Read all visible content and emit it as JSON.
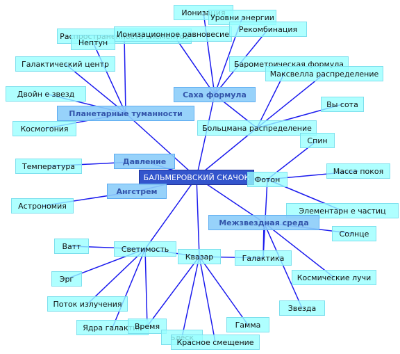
{
  "root": {
    "id": "root",
    "label": "БАЛЬМЕРОВСКИЙ СКАЧОК"
  },
  "nodes": [
    {
      "id": "ionizatsiya",
      "label": "Ионизация",
      "kind": "leaf"
    },
    {
      "id": "urovni",
      "label": "Уровни энергии",
      "kind": "leaf"
    },
    {
      "id": "rasprostr",
      "label": "Распространенность элементов",
      "kind": "leaf"
    },
    {
      "id": "ion_ravn",
      "label": "Ионизационное равновесие",
      "kind": "leaf"
    },
    {
      "id": "rekombinatsiya",
      "label": "Рекомбинация",
      "kind": "leaf"
    },
    {
      "id": "neptun",
      "label": "Нептун",
      "kind": "leaf"
    },
    {
      "id": "galakt_centr",
      "label": "Галактический центр",
      "kind": "leaf"
    },
    {
      "id": "barometr",
      "label": "Барометрическая формула",
      "kind": "leaf"
    },
    {
      "id": "maxwell",
      "label": "Максвелла распределение",
      "kind": "leaf"
    },
    {
      "id": "dvoinye",
      "label": "Двойн е звезд ",
      "kind": "leaf"
    },
    {
      "id": "saha",
      "label": "Саха формула",
      "kind": "category"
    },
    {
      "id": "vysota",
      "label": "Вы сота",
      "kind": "leaf"
    },
    {
      "id": "planetarnye",
      "label": "Планетарные туманности",
      "kind": "category"
    },
    {
      "id": "kosmogoniya",
      "label": "Космогония",
      "kind": "leaf"
    },
    {
      "id": "boltsman",
      "label": "Больцмана распределение",
      "kind": "leaf"
    },
    {
      "id": "spin",
      "label": "Спин",
      "kind": "leaf"
    },
    {
      "id": "davlenie",
      "label": "Давление",
      "kind": "category"
    },
    {
      "id": "temperatura",
      "label": "Температура",
      "kind": "leaf"
    },
    {
      "id": "massa",
      "label": "Масса покоя",
      "kind": "leaf"
    },
    {
      "id": "foton",
      "label": "Фотон",
      "kind": "leaf"
    },
    {
      "id": "angstrem",
      "label": "Ангстрем",
      "kind": "category"
    },
    {
      "id": "astronomiya",
      "label": "Астрономия",
      "kind": "leaf"
    },
    {
      "id": "elem_chast",
      "label": "Элементарн е частиц ",
      "kind": "leaf"
    },
    {
      "id": "mezhzv",
      "label": "Межзвездная среда",
      "kind": "category"
    },
    {
      "id": "solntse",
      "label": "Солнце",
      "kind": "leaf"
    },
    {
      "id": "vatt",
      "label": "Ватт",
      "kind": "leaf"
    },
    {
      "id": "svetimost",
      "label": "Светимость",
      "kind": "leaf"
    },
    {
      "id": "kvazar",
      "label": "Квазар",
      "kind": "leaf"
    },
    {
      "id": "galaktika",
      "label": "Галактика",
      "kind": "leaf"
    },
    {
      "id": "erg",
      "label": "Эрг",
      "kind": "leaf"
    },
    {
      "id": "kosm_luchi",
      "label": "Космические лучи",
      "kind": "leaf"
    },
    {
      "id": "potok",
      "label": "Поток излучения",
      "kind": "leaf"
    },
    {
      "id": "zvezda",
      "label": "Звезда",
      "kind": "leaf"
    },
    {
      "id": "yadra",
      "label": "Ядра галактик",
      "kind": "leaf"
    },
    {
      "id": "vremya",
      "label": "Время",
      "kind": "leaf"
    },
    {
      "id": "gamma",
      "label": "Гамма",
      "kind": "leaf"
    },
    {
      "id": "blesk",
      "label": "Блеск",
      "kind": "leaf"
    },
    {
      "id": "krasnoe",
      "label": "Красное смещение",
      "kind": "leaf"
    }
  ],
  "edges": [
    [
      "root",
      "saha"
    ],
    [
      "root",
      "planetarnye"
    ],
    [
      "root",
      "davlenie"
    ],
    [
      "root",
      "angstrem"
    ],
    [
      "root",
      "mezhzv"
    ],
    [
      "root",
      "svetimost"
    ],
    [
      "root",
      "kvazar"
    ],
    [
      "root",
      "boltsman"
    ],
    [
      "root",
      "foton"
    ],
    [
      "saha",
      "ionizatsiya"
    ],
    [
      "saha",
      "urovni"
    ],
    [
      "saha",
      "ion_ravn"
    ],
    [
      "saha",
      "rekombinatsiya"
    ],
    [
      "saha",
      "boltsman"
    ],
    [
      "planetarnye",
      "rasprostr"
    ],
    [
      "planetarnye",
      "neptun"
    ],
    [
      "planetarnye",
      "galakt_centr"
    ],
    [
      "planetarnye",
      "dvoinye"
    ],
    [
      "planetarnye",
      "kosmogoniya"
    ],
    [
      "boltsman",
      "barometr"
    ],
    [
      "boltsman",
      "maxwell"
    ],
    [
      "boltsman",
      "vysota"
    ],
    [
      "davlenie",
      "temperatura"
    ],
    [
      "angstrem",
      "astronomiya"
    ],
    [
      "foton",
      "spin"
    ],
    [
      "foton",
      "massa"
    ],
    [
      "foton",
      "elem_chast"
    ],
    [
      "foton",
      "galaktika"
    ],
    [
      "mezhzv",
      "solntse"
    ],
    [
      "mezhzv",
      "kosm_luchi"
    ],
    [
      "mezhzv",
      "zvezda"
    ],
    [
      "mezhzv",
      "galaktika"
    ],
    [
      "svetimost",
      "vatt"
    ],
    [
      "svetimost",
      "erg"
    ],
    [
      "svetimost",
      "potok"
    ],
    [
      "svetimost",
      "yadra"
    ],
    [
      "svetimost",
      "vremya"
    ],
    [
      "svetimost",
      "kvazar"
    ],
    [
      "kvazar",
      "blesk"
    ],
    [
      "kvazar",
      "krasnoe"
    ],
    [
      "kvazar",
      "gamma"
    ],
    [
      "kvazar",
      "vremya"
    ],
    [
      "kvazar",
      "galaktika"
    ]
  ],
  "colors": {
    "edge": "#1a1aee",
    "leaf_fill": "#99ffff",
    "category_fill": "#8ccdfa",
    "category_text": "#3355aa",
    "root_fill": "#3355cc",
    "root_text": "#ffffff"
  }
}
